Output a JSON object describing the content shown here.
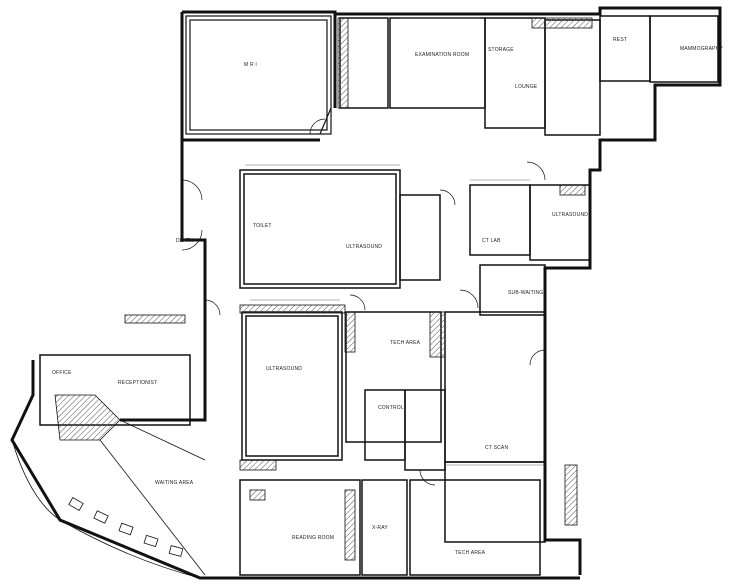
{
  "drawing": {
    "line_color": "#111111",
    "hatch_color": "#555555",
    "background": "#ffffff"
  },
  "rooms": [
    {
      "id": "mri",
      "label": "M R I"
    },
    {
      "id": "storage",
      "label": "STORAGE"
    },
    {
      "id": "lounge",
      "label": "LOUNGE"
    },
    {
      "id": "rest",
      "label": "REST"
    },
    {
      "id": "mammography",
      "label": "MAMMOGRAPHY"
    },
    {
      "id": "examination",
      "label": "EXAMINATION ROOM"
    },
    {
      "id": "ultrasound-1",
      "label": "ULTRASOUND"
    },
    {
      "id": "ultrasound-2",
      "label": "ULTRASOUND"
    },
    {
      "id": "ultrasound-3",
      "label": "ULTRASOUND"
    },
    {
      "id": "death",
      "label": "DEATH"
    },
    {
      "id": "reception",
      "label": "RECEPTIONIST"
    },
    {
      "id": "waiting",
      "label": "WAITING AREA"
    },
    {
      "id": "tech-area",
      "label": "TECH AREA"
    },
    {
      "id": "ct",
      "label": "CT SCAN"
    },
    {
      "id": "sub-waiting",
      "label": "SUB-WAITING"
    },
    {
      "id": "reading",
      "label": "READING ROOM"
    },
    {
      "id": "tech-area-2",
      "label": "TECH AREA"
    },
    {
      "id": "xray",
      "label": "X-RAY"
    },
    {
      "id": "cath-lab",
      "label": "CT LAB"
    },
    {
      "id": "office",
      "label": "OFFICE"
    },
    {
      "id": "control",
      "label": "CONTROL"
    },
    {
      "id": "toilet",
      "label": "TOILET"
    }
  ]
}
